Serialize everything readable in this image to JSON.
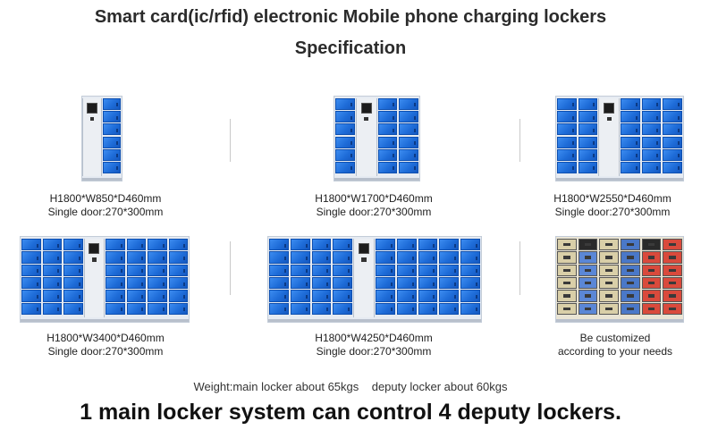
{
  "header": {
    "title": "Smart card(ic/rfid) electronic Mobile phone charging lockers",
    "subtitle": "Specification"
  },
  "products": [
    {
      "size": "H1800*W850*D460mm",
      "door": "Single door:270*300mm"
    },
    {
      "size": "H1800*W1700*D460mm",
      "door": "Single door:270*300mm"
    },
    {
      "size": "H1800*W2550*D460mm",
      "door": "Single door:270*300mm"
    },
    {
      "size": "H1800*W3400*D460mm",
      "door": "Single door:270*300mm"
    },
    {
      "size": "H1800*W4250*D460mm",
      "door": "Single door:270*300mm"
    },
    {
      "size": "Be customized",
      "door": "according to your needs"
    }
  ],
  "weight_note": "Weight:main locker about 65kgs    deputy locker about 60kgs",
  "footer": "1 main locker system can control 4 deputy lockers.",
  "colors": {
    "door_blue": "#1e6cd8",
    "custom_red": "#d94a3c",
    "custom_beige": "#d9cfa8"
  }
}
